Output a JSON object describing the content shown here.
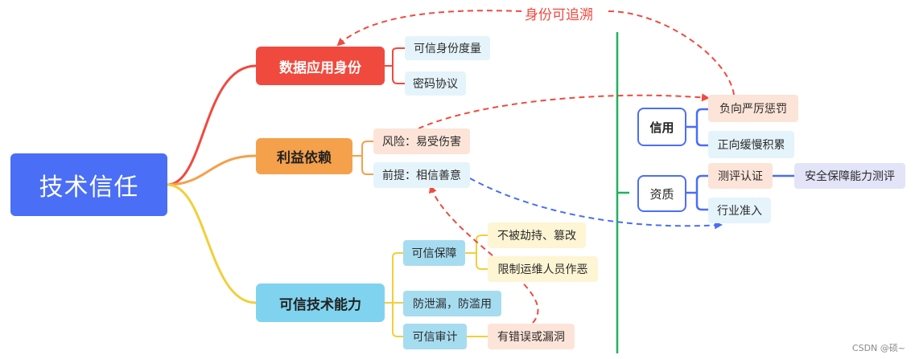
{
  "diagram": {
    "root": "技术信任",
    "branch_data_identity": "数据应用身份",
    "leaf_trusted_metric": "可信身份度量",
    "leaf_crypto_protocol": "密码协议",
    "branch_interest": "利益依赖",
    "leaf_risk": "风险：易受伤害",
    "leaf_premise": "前提：相信善意",
    "branch_trusted_tech": "可信技术能力",
    "leaf_trusted_guarantee": "可信保障",
    "leaf_no_hijack": "不被劫持、篡改",
    "leaf_restrict_ops": "限制运维人员作恶",
    "leaf_leak_abuse": "防泄漏，防滥用",
    "leaf_trusted_audit": "可信审计",
    "leaf_errors": "有错误或漏洞",
    "credit": "信用",
    "leaf_negative_penalty": "负向严厉惩罚",
    "leaf_positive_accumulate": "正向缓慢积累",
    "qualification": "资质",
    "leaf_eval_cert": "测评认证",
    "leaf_security_eval": "安全保障能力测评",
    "leaf_industry_access": "行业准入",
    "annotation_traceable": "身份可追溯",
    "watermark": "CSDN @硕~"
  },
  "colors": {
    "root": "#4a6ef5",
    "branch_red": "#f04a3e",
    "branch_orange": "#f5a04a",
    "branch_yellow": "#f2cf3a",
    "divider_green": "#1fb35a",
    "dashed_red": "#f04a3e",
    "dashed_blue": "#4a6ef5"
  }
}
